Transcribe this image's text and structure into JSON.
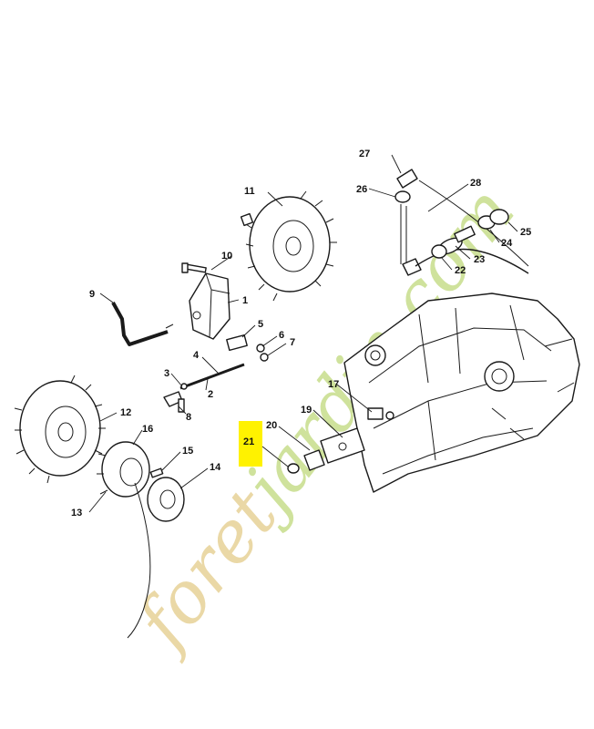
{
  "diagram": {
    "labels": {
      "p1": "1",
      "p2": "2",
      "p3": "3",
      "p4": "4",
      "p5": "5",
      "p6": "6",
      "p7": "7",
      "p8": "8",
      "p9": "9",
      "p10": "10",
      "p11": "11",
      "p12": "12",
      "p13": "13",
      "p14": "14",
      "p15": "15",
      "p16": "16",
      "p17": "17",
      "p19": "19",
      "p20": "20",
      "p21": "21",
      "p22": "22",
      "p23": "23",
      "p24": "24",
      "p25": "25",
      "p26": "26",
      "p27": "27",
      "p28": "28"
    },
    "highlight_part": "21",
    "highlight_color": "#fff200"
  },
  "watermark": {
    "text_part1": "foret",
    "text_part2": "jardin.com",
    "color_part1": "#ead8a6",
    "color_part2": "#cfe29c",
    "color_domain": "#dcd6c8"
  }
}
